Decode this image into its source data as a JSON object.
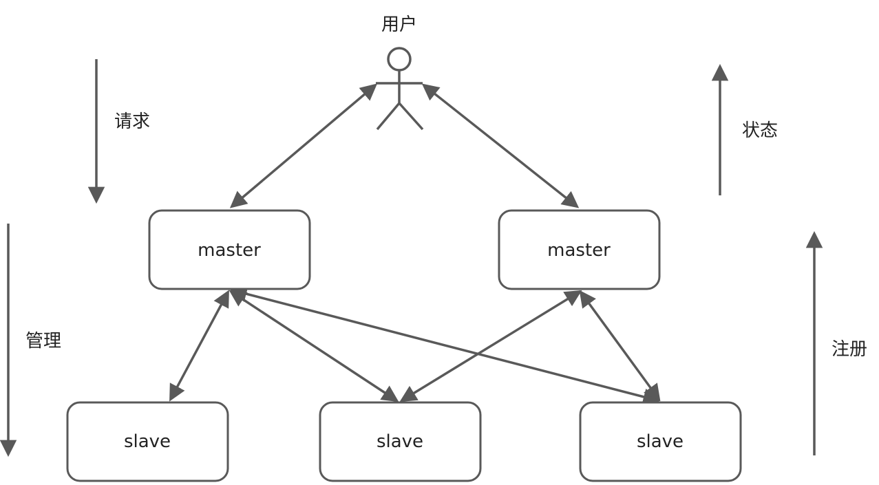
{
  "actor": {
    "label": "用户"
  },
  "side_labels": {
    "request": "请求",
    "manage": "管理",
    "status": "状态",
    "register": "注册"
  },
  "nodes": {
    "master_left": "master",
    "master_right": "master",
    "slave_left": "slave",
    "slave_middle": "slave",
    "slave_right": "slave"
  },
  "colors": {
    "line": "#595959",
    "text": "#222222",
    "background": "#ffffff"
  }
}
